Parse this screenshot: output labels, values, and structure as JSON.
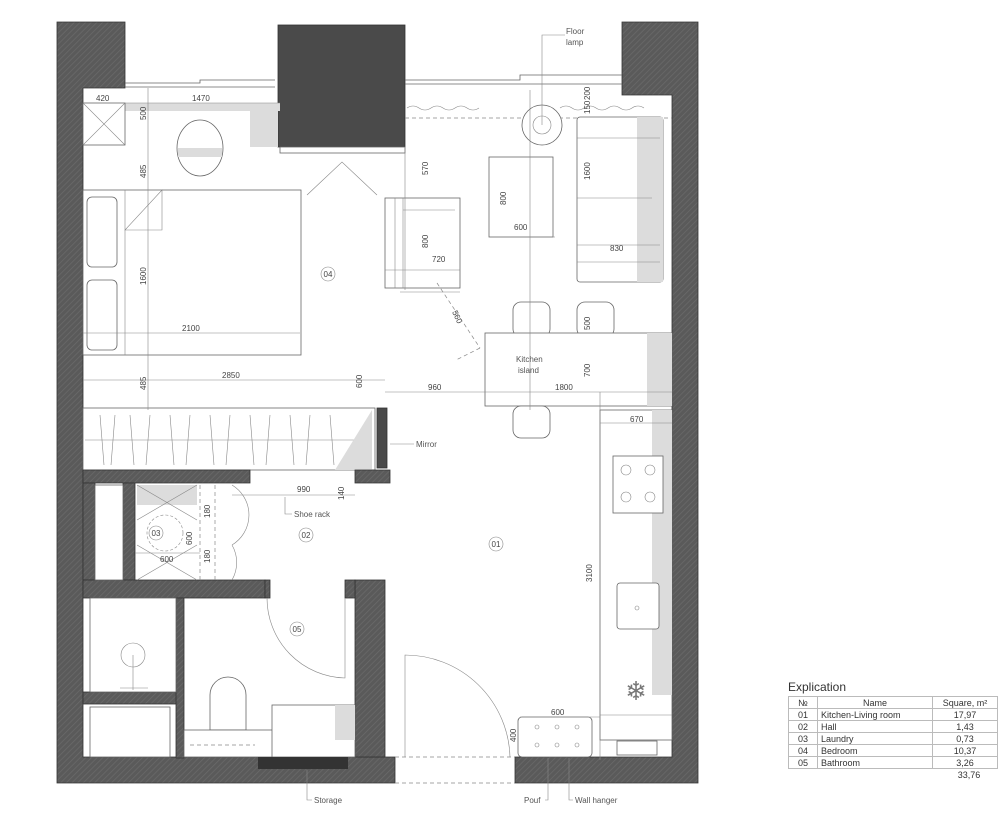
{
  "plan": {
    "rooms": [
      "01",
      "02",
      "03",
      "04",
      "05"
    ],
    "callouts": {
      "floor_lamp_1": "Floor",
      "floor_lamp_2": "lamp",
      "kitchen_island_1": "Kitchen",
      "kitchen_island_2": "island",
      "mirror": "Mirror",
      "shoe_rack": "Shoe rack",
      "storage": "Storage",
      "pouf": "Pouf",
      "wall_hanger": "Wall hanger"
    },
    "dims": {
      "d420": "420",
      "d1470": "1470",
      "d500a": "500",
      "d485a": "485",
      "d1600a": "1600",
      "d2100": "2100",
      "d485b": "485",
      "d2850": "2850",
      "d600a": "600",
      "d960": "960",
      "d1800": "1800",
      "d570": "570",
      "d800a": "800",
      "d720": "720",
      "d560": "560",
      "d800b": "800",
      "d600b": "600",
      "d1600b": "1600",
      "d830": "830",
      "d200": "200",
      "d150": "150",
      "d500b": "500",
      "d700": "700",
      "d670": "670",
      "d990": "990",
      "d140": "140",
      "d180a": "180",
      "d600c": "600",
      "d180b": "180",
      "d600d": "600",
      "d3100": "3100",
      "d600e": "600",
      "d400": "400"
    }
  },
  "explication": {
    "title": "Explication",
    "headers": {
      "no": "№",
      "name": "Name",
      "square": "Square, m²"
    },
    "rows": [
      {
        "no": "01",
        "name": "Kitchen-Living room",
        "square": "17,97"
      },
      {
        "no": "02",
        "name": "Hall",
        "square": "1,43"
      },
      {
        "no": "03",
        "name": "Laundry",
        "square": "0,73"
      },
      {
        "no": "04",
        "name": "Bedroom",
        "square": "10,37"
      },
      {
        "no": "05",
        "name": "Bathroom",
        "square": "3,26"
      }
    ],
    "total": "33,76"
  }
}
